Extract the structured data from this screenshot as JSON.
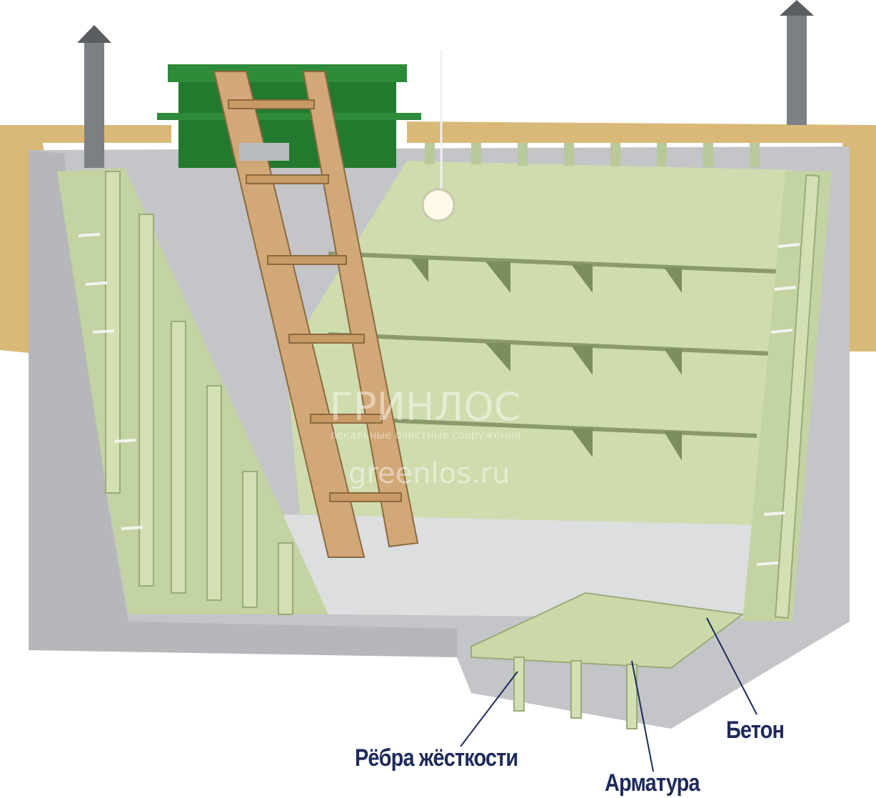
{
  "illustration": {
    "watermark": {
      "brand": "ГРИНЛОС",
      "tagline": "локальные очистные сооружения",
      "site": "greenlos.ru"
    },
    "labels": {
      "ribs": "Рёбра жёсткости",
      "rebar": "Арматура",
      "concrete": "Бетон"
    },
    "colors": {
      "label": "#1f2a5c",
      "wall": "#c9d8a8",
      "hatch": "#2e8b3a",
      "concrete": "#c3c5c8",
      "sand": "#d9b978",
      "wood": "#d2a878"
    }
  }
}
